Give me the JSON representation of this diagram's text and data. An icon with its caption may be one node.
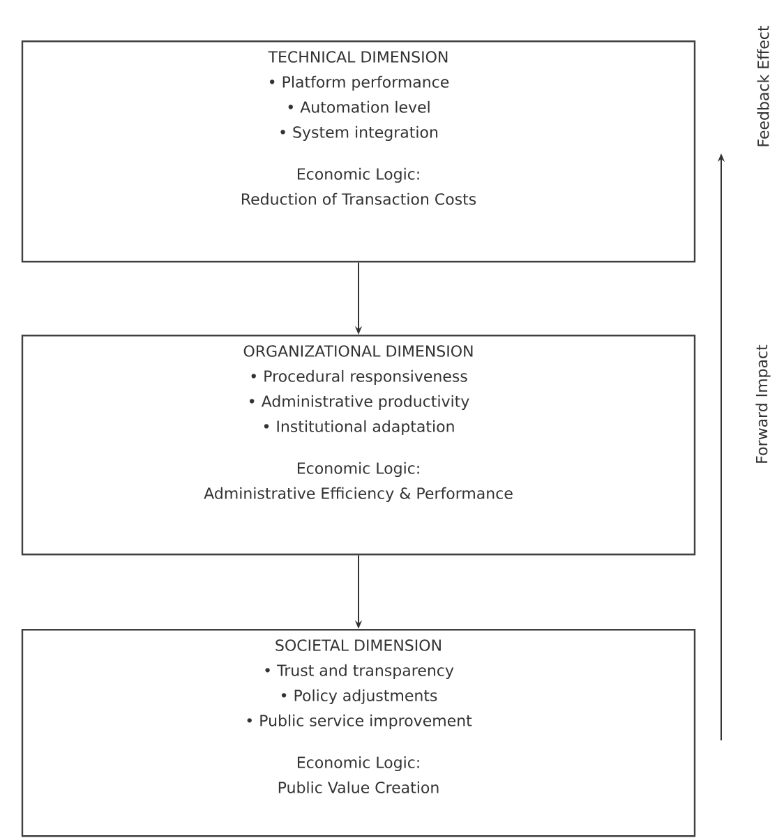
{
  "diagram": {
    "nodes": [
      {
        "text": [
          "TECHNICAL DIMENSION",
          "• Platform performance",
          "• Automation level",
          "• System integration",
          "Economic Logic:",
          "Reduction of Transaction Costs"
        ]
      },
      {
        "text": [
          "ORGANIZATIONAL DIMENSION",
          "• Procedural responsiveness",
          "• Administrative productivity",
          "• Institutional adaptation",
          "Economic Logic:",
          "Administrative Efficiency & Performance"
        ]
      },
      {
        "text": [
          "SOCIETAL DIMENSION",
          "• Trust and transparency",
          "• Policy adjustments",
          "• Public service improvement",
          "Economic Logic:",
          "Public Value Creation"
        ]
      }
    ],
    "edges": [
      {
        "from": 0,
        "to": 1,
        "arrow": "to"
      },
      {
        "from": 1,
        "to": 2,
        "arrow": "to"
      }
    ],
    "labels": [
      "Feedback Effect",
      "Forward Impact"
    ]
  }
}
